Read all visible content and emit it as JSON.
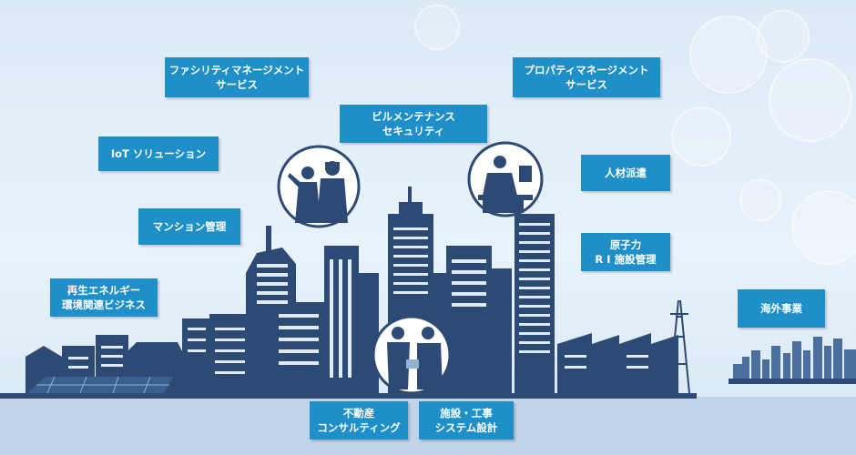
{
  "labels": {
    "facility": {
      "line1": "ファシリティマネージメント",
      "line2": "サービス"
    },
    "property": {
      "line1": "プロパティマネージメント",
      "line2": "サービス"
    },
    "building": {
      "line1": "ビルメンテナンス",
      "line2": "セキュリティ"
    },
    "iot": {
      "line1": "IoT ソリューション"
    },
    "staffing": {
      "line1": "人材派遣"
    },
    "mansion": {
      "line1": "マンション管理"
    },
    "nuclear": {
      "line1": "原子力",
      "line2": "R I 施設管理"
    },
    "renewable": {
      "line1": "再生エネルギー",
      "line2": "環境関連ビジネス"
    },
    "overseas": {
      "line1": "海外事業"
    },
    "realestate": {
      "line1": "不動産",
      "line2": "コンサルティング"
    },
    "construction": {
      "line1": "施設・工事",
      "line2": "システム設計"
    }
  },
  "colors": {
    "label_bg": "#1f8fc9",
    "city": "#2c4a73",
    "ground": "#bcd3e6",
    "background": "#dceaf6"
  },
  "icons": [
    "security-guards-icon",
    "office-worker-icon",
    "business-people-icon"
  ]
}
